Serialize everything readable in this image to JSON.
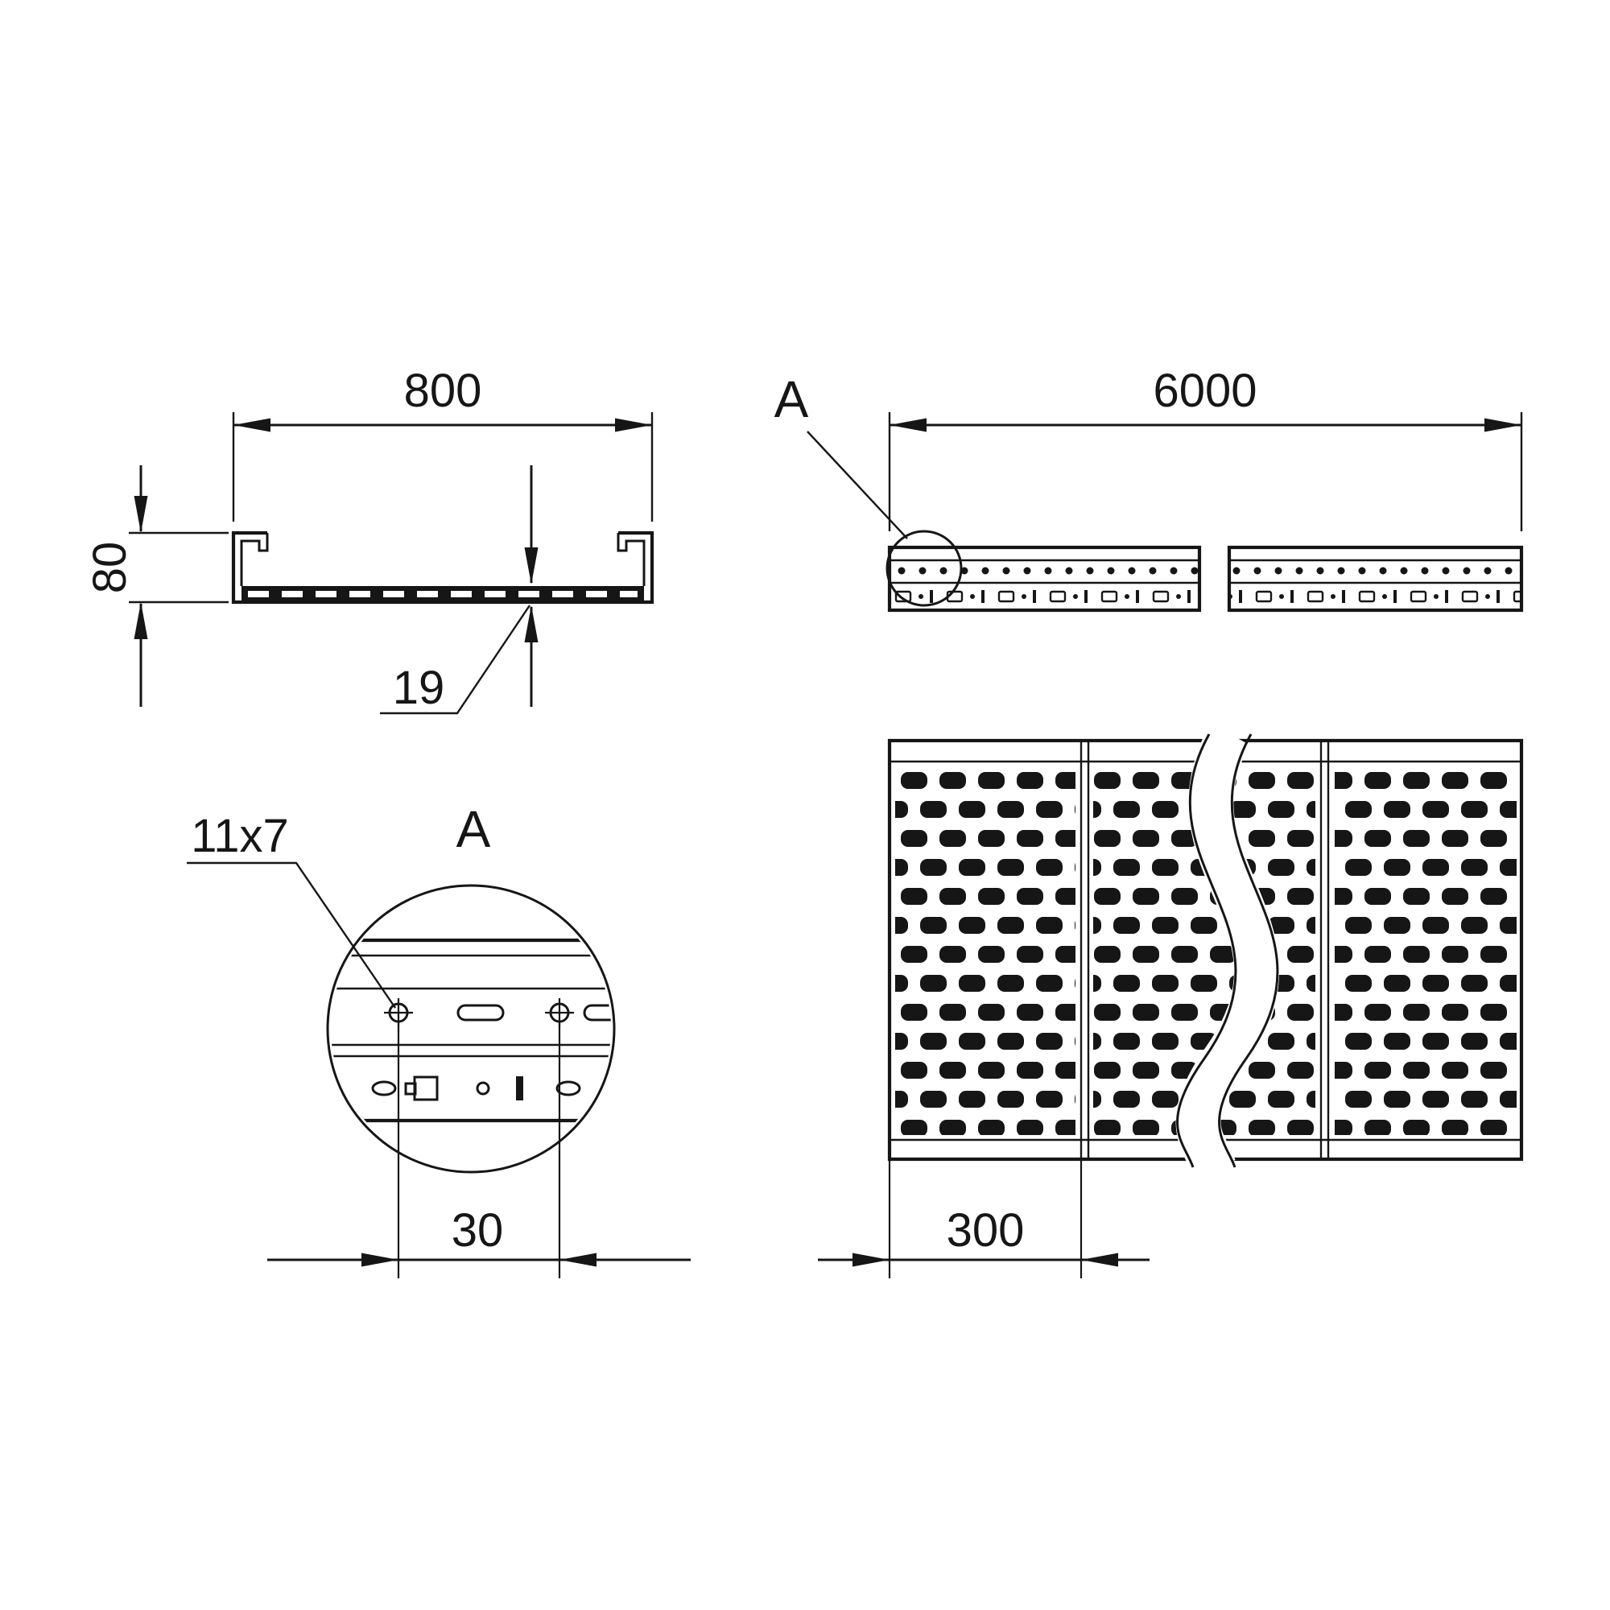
{
  "theme": {
    "line-color": "#161616",
    "bg": "#ffffff"
  },
  "drawing": {
    "views": {
      "cross_section": {
        "width": "800",
        "height": "80",
        "base_height": "19"
      },
      "side": {
        "length": "6000",
        "detail_marker": "A"
      },
      "detail": {
        "label": "A",
        "slot_size": "11x7",
        "slot_pitch": "30"
      },
      "plan": {
        "panel_pitch": "300"
      }
    }
  }
}
